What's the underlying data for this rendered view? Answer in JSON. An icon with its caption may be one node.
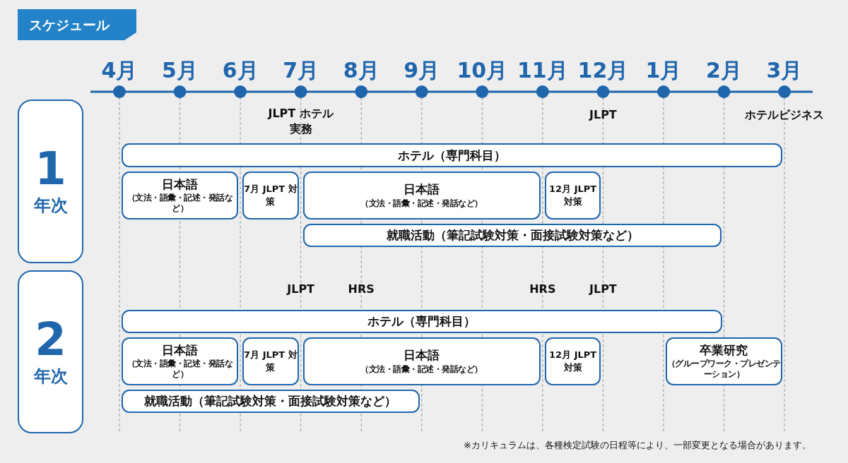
{
  "diagram": {
    "title": "スケジュール",
    "caption": "※カリキュラムは、各種検定試験の日程等により、一部変更となる場合があります。",
    "nodes": [
      {
        "text": [
          "1",
          "年次"
        ]
      },
      {
        "text": [
          "ホテル（専門科目）"
        ]
      },
      {
        "text": [
          "日本語",
          "（文法・語彙・記述・発話など）"
        ]
      },
      {
        "text": [
          "7月 JLPT 対策"
        ]
      },
      {
        "text": [
          "日本語",
          "（文法・語彙・記述・発話など）"
        ]
      },
      {
        "text": [
          "12月 JLPT 対策"
        ]
      },
      {
        "text": [
          "就職活動（筆記試験対策・面接試験対策など）"
        ]
      },
      {
        "text": [
          "2",
          "年次"
        ]
      },
      {
        "text": [
          "ホテル（専門科目）"
        ]
      },
      {
        "text": [
          "日本語",
          "（文法・語彙・記述・発話など）"
        ]
      },
      {
        "text": [
          "7月 JLPT 対策"
        ]
      },
      {
        "text": [
          "日本語",
          "（文法・語彙・記述・発話など）"
        ]
      },
      {
        "text": [
          "12月 JLPT 対策"
        ]
      },
      {
        "text": [
          "卒業研究",
          "（グループワーク・プレゼンテーション）"
        ]
      },
      {
        "text": [
          "就職活動（筆記試験対策・面接試験対策など）"
        ]
      }
    ],
    "edges": [],
    "labels": [
      "4月",
      "5月",
      "6月",
      "7月",
      "8月",
      "9月",
      "10月",
      "11月",
      "12月",
      "1月",
      "2月",
      "3月",
      "JLPT ホテル実務",
      "JLPT",
      "ホテルビジネス",
      "JLPT",
      "HRS",
      "HRS",
      "JLPT"
    ]
  }
}
